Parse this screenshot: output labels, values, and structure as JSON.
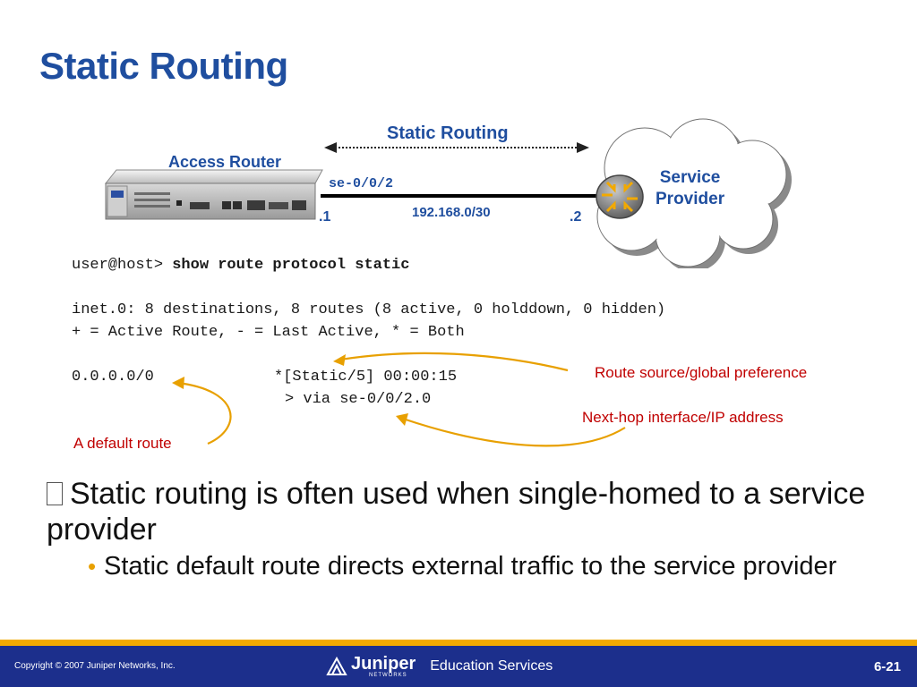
{
  "slide": {
    "title": "Static Routing"
  },
  "diagram": {
    "static_label": "Static Routing",
    "access_router_label": "Access Router",
    "interface_label": "se-0/0/2",
    "left_host": ".1",
    "subnet": "192.168.0/30",
    "right_host": ".2",
    "provider_line1": "Service",
    "provider_line2": "Provider"
  },
  "cli": {
    "prompt": "user@host> ",
    "command": "show route protocol static",
    "line1": "inet.0: 8 destinations, 8 routes (8 active, 0 holddown, 0 hidden)",
    "line2": "+ = Active Route, - = Last Active, * = Both",
    "route_prefix": "0.0.0.0/0",
    "route_info": "*[Static/5] 00:00:15",
    "route_via": "> via se-0/0/2.0"
  },
  "annotations": {
    "source_pref": "Route source/global preference",
    "next_hop": "Next-hop interface/IP address",
    "default_route": "A default route"
  },
  "bullets": {
    "main": "Static routing is often used when single-homed to a service provider",
    "sub": "Static default route directs external traffic to the service provider"
  },
  "footer": {
    "copyright": "Copyright © 2007 Juniper Networks, Inc.",
    "logo": "Juniper",
    "logo_sub": "NETWORKS",
    "edu": "Education Services",
    "page": "6-21"
  },
  "colors": {
    "title_blue": "#1f4e9f",
    "annotation_red": "#c00000",
    "arrow_orange": "#e8a000",
    "footer_navy": "#1c2f8c",
    "footer_stripe": "#f2a900"
  }
}
